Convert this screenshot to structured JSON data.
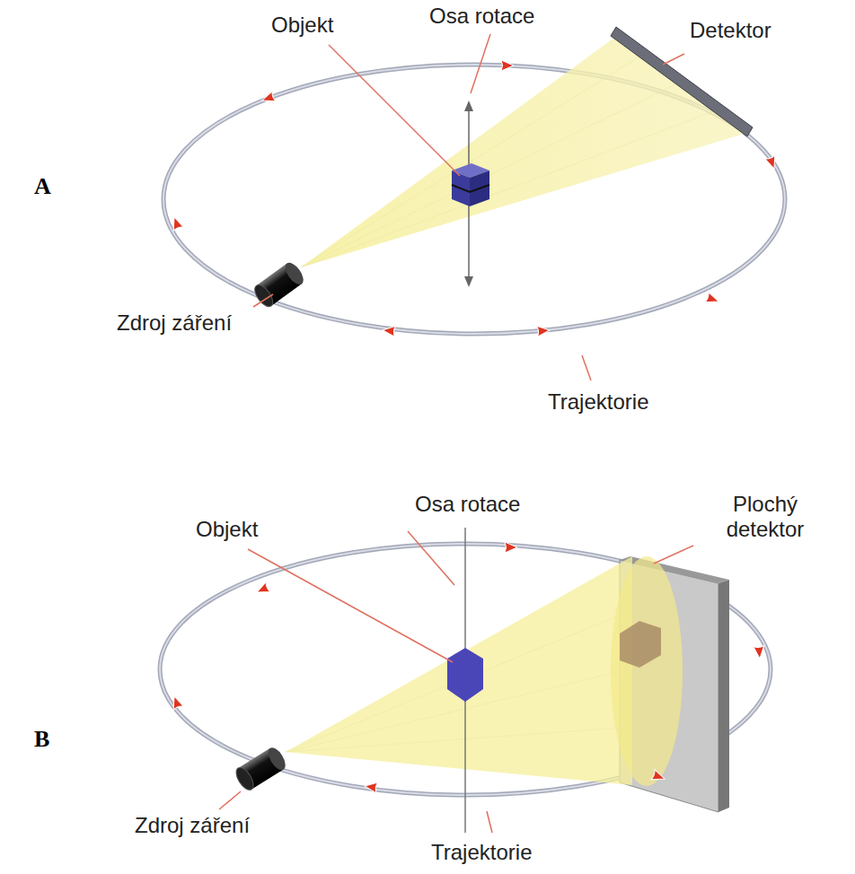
{
  "diagram": {
    "labels": [
      "A",
      "Objekt",
      "Osa rotace",
      "Detektor",
      "Zdroj záření",
      "Trajektorie",
      "B",
      "Objekt",
      "Osa rotace",
      "Plochý detektor",
      "Zdroj záření",
      "Trajektorie"
    ]
  }
}
